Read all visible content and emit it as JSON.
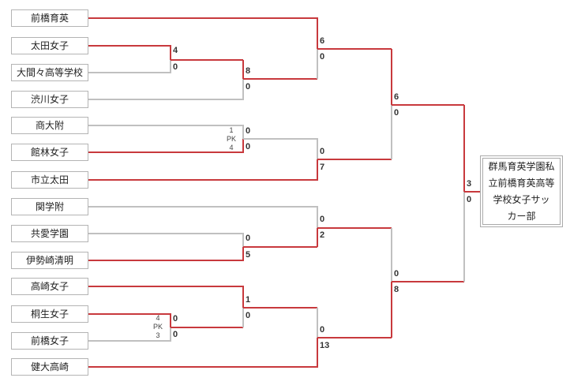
{
  "colors": {
    "winner_line": "#c8393d",
    "loser_line": "#c0c0c0",
    "box_border": "#b4b4b4"
  },
  "teams": [
    "前橋育英",
    "太田女子",
    "大間々高等学校",
    "渋川女子",
    "商大附",
    "館林女子",
    "市立太田",
    "関学附",
    "共愛学園",
    "伊勢崎清明",
    "高崎女子",
    "桐生女子",
    "前橋女子",
    "健大高崎"
  ],
  "scores": {
    "r1_ota": "4",
    "r1_omama": "0",
    "r1_shodai": "0",
    "r1_tatebayashi": "0",
    "r1_pk_shodai": "1",
    "r1_pk_label": "PK",
    "r1_pk_tatebayashi": "4",
    "r1_kiryu": "0",
    "r1_maebashij": "0",
    "r1_pk_kiryu": "4",
    "r1_pk_label2": "PK",
    "r1_pk_maebashij": "3",
    "r2_ota": "8",
    "r2_shibukawa": "0",
    "r2_kyoai": "0",
    "r2_isesaki": "5",
    "r2_takasaki": "1",
    "r2_kiryu": "0",
    "qf_maebashiikuei": "6",
    "qf_ota": "0",
    "qf_tatebayashi": "0",
    "qf_ichiritsuota": "7",
    "qf_kangaku": "0",
    "qf_isesaki": "2",
    "qf_takasaki": "0",
    "qf_kendai": "13",
    "sf_maebashiikuei": "6",
    "sf_ichiritsuota": "0",
    "sf_isesaki": "0",
    "sf_kendai": "8",
    "f_maebashiikuei": "3",
    "f_kendai": "0"
  },
  "champion": [
    "群馬育英学園私",
    "立前橋育英高等",
    "学校女子サッ",
    "カー部"
  ]
}
